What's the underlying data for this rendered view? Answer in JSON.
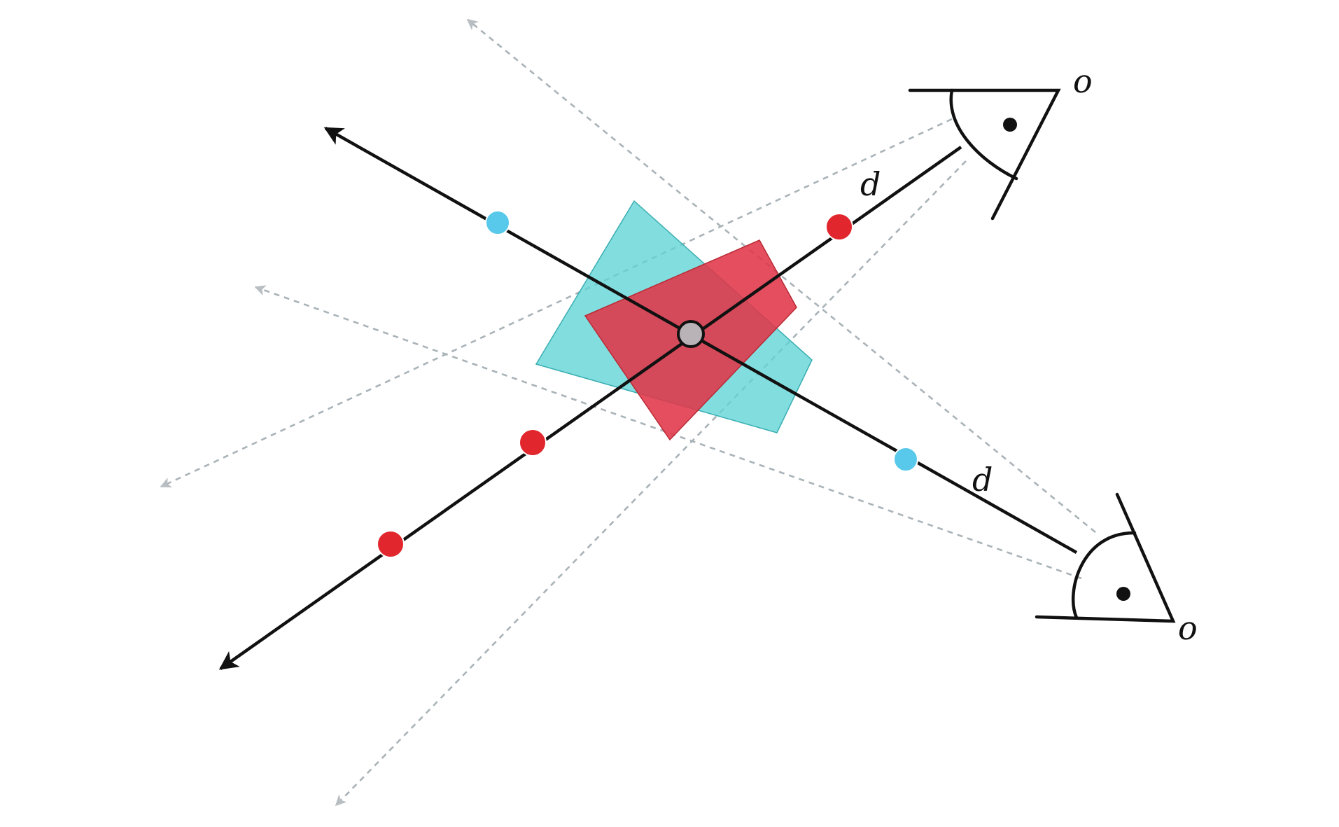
{
  "labels": {
    "camera_top": "o",
    "camera_bottom": "o",
    "distance_top": "d",
    "distance_bottom": "d"
  },
  "colors": {
    "background": "#ffffff",
    "axis": "#111111",
    "sightline": "#a9b3b8",
    "cyan_plane": "#5fd3d6",
    "red_plane": "#e03548",
    "red_point": "#e1262d",
    "cyan_point": "#58c9ea"
  }
}
